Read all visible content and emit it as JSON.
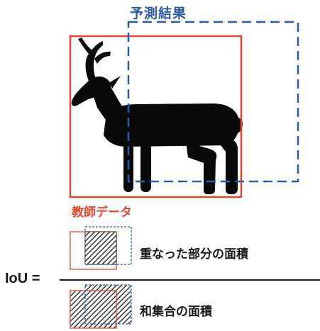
{
  "colors": {
    "ground_truth": "#e5452a",
    "prediction": "#2b5aa8",
    "silhouette": "#0a0a0a",
    "text": "#1a1a1a"
  },
  "labels": {
    "prediction": "予測結果",
    "ground_truth": "教師データ"
  },
  "formula": {
    "lhs": "IoU =",
    "numerator": "重なった部分の面積",
    "denominator": "和集合の面積"
  },
  "icons": {
    "main": "deer-icon",
    "numerator": "intersection-area-icon",
    "denominator": "union-area-icon"
  }
}
